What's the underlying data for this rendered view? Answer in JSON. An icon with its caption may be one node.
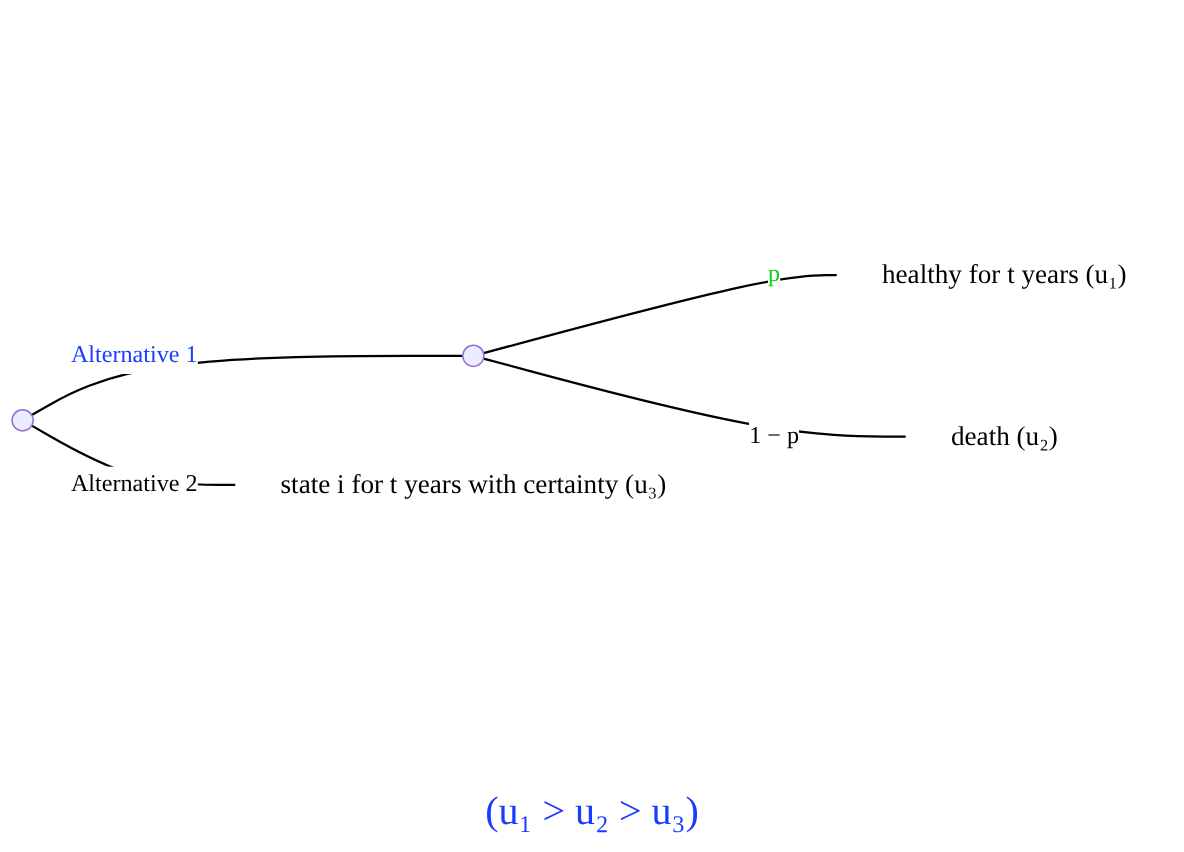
{
  "diagram": {
    "nodes": [
      {
        "text": [],
        "shape": "point"
      },
      {
        "text": [],
        "shape": "point"
      },
      {
        "text": [
          "healthy for t years (u₁)"
        ]
      },
      {
        "text": [
          "death (u₂)"
        ]
      },
      {
        "text": [
          "state i for t years with certainty (u₃)"
        ]
      }
    ],
    "edges": [
      {
        "from": 0,
        "to": 1,
        "arrow": "none",
        "label": "Alternative 1"
      },
      {
        "from": 1,
        "to": 2,
        "arrow": "none",
        "label": "p"
      },
      {
        "from": 1,
        "to": 3,
        "arrow": "none",
        "label": "1 − p"
      },
      {
        "from": 0,
        "to": 4,
        "arrow": "none",
        "label": "Alternative 2"
      }
    ],
    "labels": [
      "(u₁ > u₂ > u₃)"
    ]
  }
}
